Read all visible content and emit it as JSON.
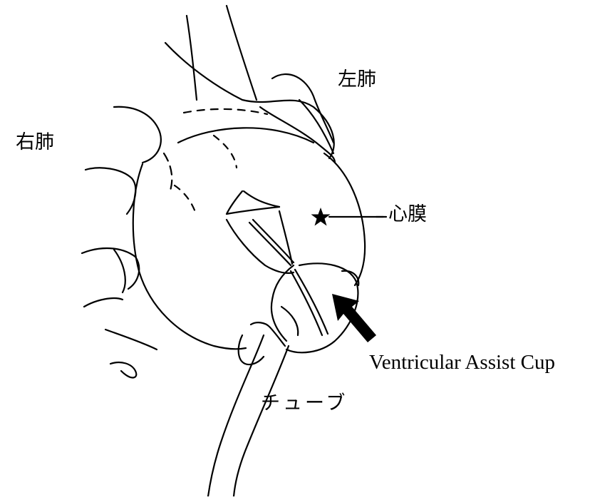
{
  "labels": {
    "left_lung": "左肺",
    "right_lung": "右肺",
    "pericardium": "心膜",
    "device": "Ventricular Assist Cup",
    "tube": "チューブ"
  },
  "icons": {
    "pericardium_marker": "star-icon",
    "device_pointer": "arrow-icon"
  },
  "colors": {
    "ink": "#000000",
    "background": "#ffffff"
  }
}
